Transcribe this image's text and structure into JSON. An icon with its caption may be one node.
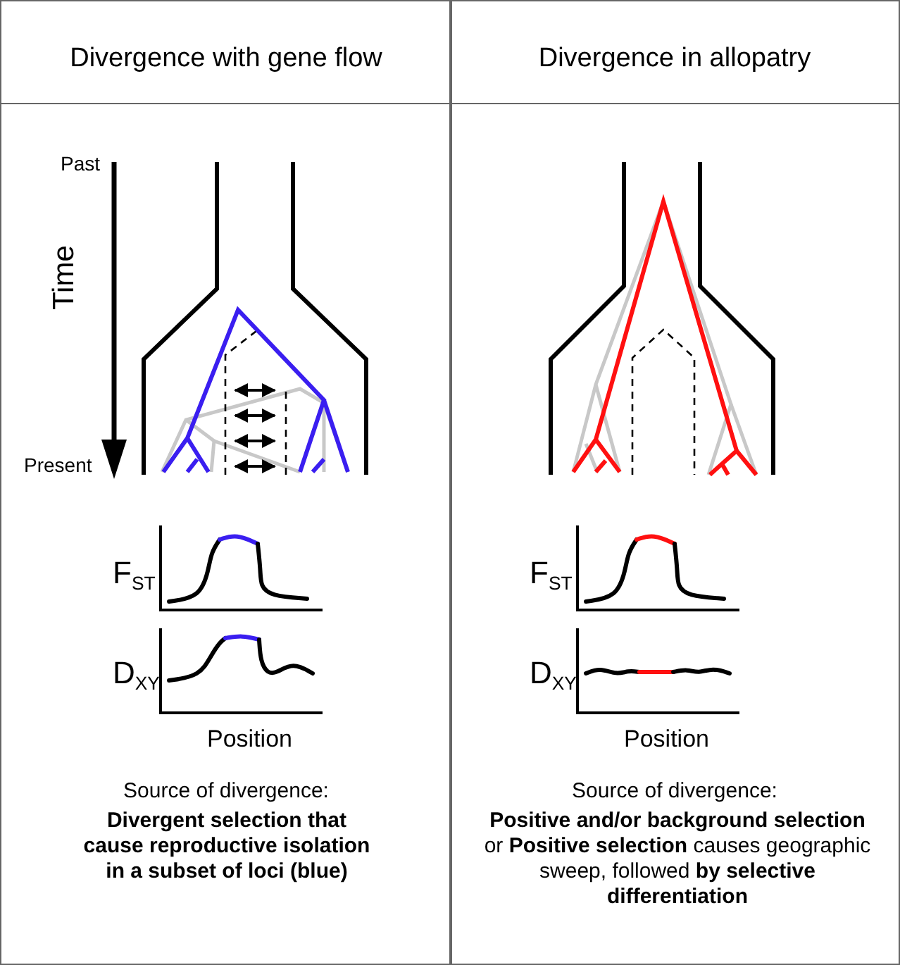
{
  "diagram": {
    "nodes": [
      {
        "text": [
          "Divergence with gene flow",
          "Source of divergence:",
          "**Divergent selection that cause reproductive isolation in a subset of loci (blue)**"
        ]
      },
      {
        "text": [
          "Divergence in allopatry",
          "Source of divergence:",
          "**Positive and/or background selection** or **Positive selection** causes geographic sweep, followed **by selective differentiation**"
        ]
      }
    ],
    "labels": [
      "Past",
      "Time",
      "Present",
      "F$_{ST}$",
      "D$_{XY}$",
      "Position",
      "F$_{ST}$",
      "D$_{XY}$",
      "Position"
    ]
  }
}
